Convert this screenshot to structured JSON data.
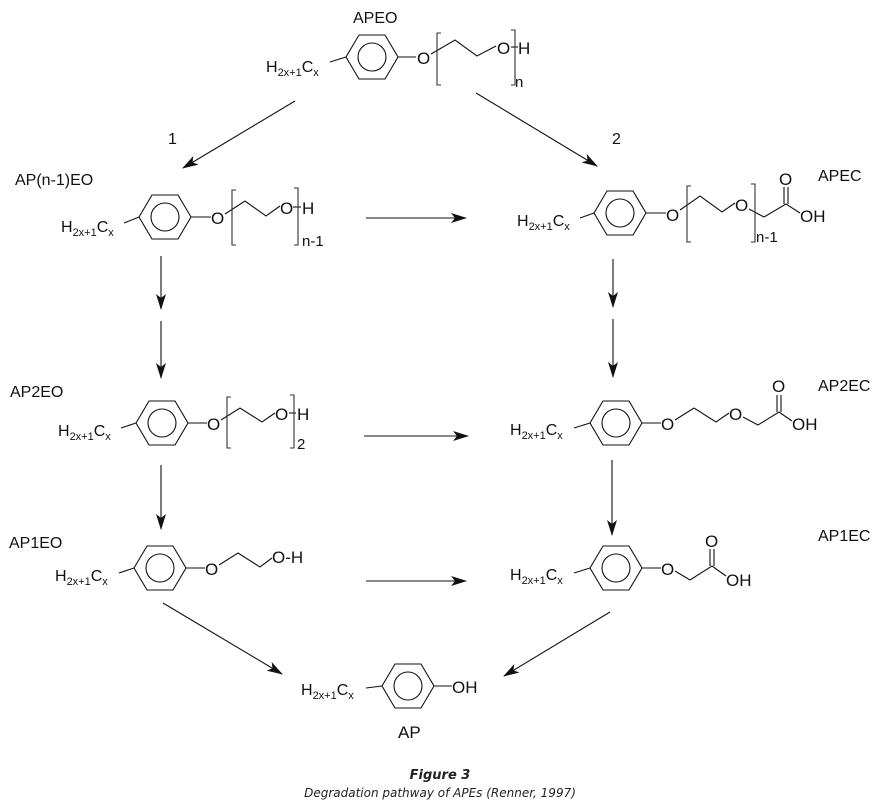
{
  "figure": {
    "title": "Figure 3",
    "caption": "Degradation pathway of APEs (Renner, 1997)"
  },
  "pathway_labels": {
    "route_1": "1",
    "route_2": "2"
  },
  "compounds": {
    "apeo": {
      "name": "APEO",
      "alkyl": "H",
      "alkyl_sub": "2x+1",
      "alkyl_c": "C",
      "alkyl_c_sub": "x",
      "o1": "O",
      "o2": "O",
      "terminal": "H",
      "repeat": "n"
    },
    "ap_n1_eo": {
      "name": "AP(n-1)EO",
      "alkyl": "H",
      "alkyl_sub": "2x+1",
      "alkyl_c": "C",
      "alkyl_c_sub": "x",
      "o1": "O",
      "o2": "O",
      "terminal": "H",
      "repeat": "n-1"
    },
    "apec": {
      "name": "APEC",
      "alkyl": "H",
      "alkyl_sub": "2x+1",
      "alkyl_c": "C",
      "alkyl_c_sub": "x",
      "o1": "O",
      "o2": "O",
      "carbonyl_o": "O",
      "acid": "OH",
      "repeat": "n-1"
    },
    "ap2eo": {
      "name": "AP2EO",
      "alkyl": "H",
      "alkyl_sub": "2x+1",
      "alkyl_c": "C",
      "alkyl_c_sub": "x",
      "o1": "O",
      "o2": "O",
      "terminal": "H",
      "repeat": "2"
    },
    "ap2ec": {
      "name": "AP2EC",
      "alkyl": "H",
      "alkyl_sub": "2x+1",
      "alkyl_c": "C",
      "alkyl_c_sub": "x",
      "o1": "O",
      "o2": "O",
      "carbonyl_o": "O",
      "acid": "OH"
    },
    "ap1eo": {
      "name": "AP1EO",
      "alkyl": "H",
      "alkyl_sub": "2x+1",
      "alkyl_c": "C",
      "alkyl_c_sub": "x",
      "o1": "O",
      "terminal": "O-H"
    },
    "ap1ec": {
      "name": "AP1EC",
      "alkyl": "H",
      "alkyl_sub": "2x+1",
      "alkyl_c": "C",
      "alkyl_c_sub": "x",
      "o1": "O",
      "carbonyl_o": "O",
      "acid": "OH"
    },
    "ap": {
      "name": "AP",
      "alkyl": "H",
      "alkyl_sub": "2x+1",
      "alkyl_c": "C",
      "alkyl_c_sub": "x",
      "hydroxyl": "OH"
    }
  },
  "reactions": [
    {
      "from": "APEO",
      "to": "AP(n-1)EO",
      "route": "1"
    },
    {
      "from": "APEO",
      "to": "APEC",
      "route": "2"
    },
    {
      "from": "AP(n-1)EO",
      "to": "APEC"
    },
    {
      "from": "AP(n-1)EO",
      "to": "AP2EO"
    },
    {
      "from": "APEC",
      "to": "AP2EC"
    },
    {
      "from": "AP2EO",
      "to": "AP2EC"
    },
    {
      "from": "AP2EO",
      "to": "AP1EO"
    },
    {
      "from": "AP2EC",
      "to": "AP1EC"
    },
    {
      "from": "AP1EO",
      "to": "AP1EC"
    },
    {
      "from": "AP1EO",
      "to": "AP"
    },
    {
      "from": "AP1EC",
      "to": "AP"
    }
  ]
}
